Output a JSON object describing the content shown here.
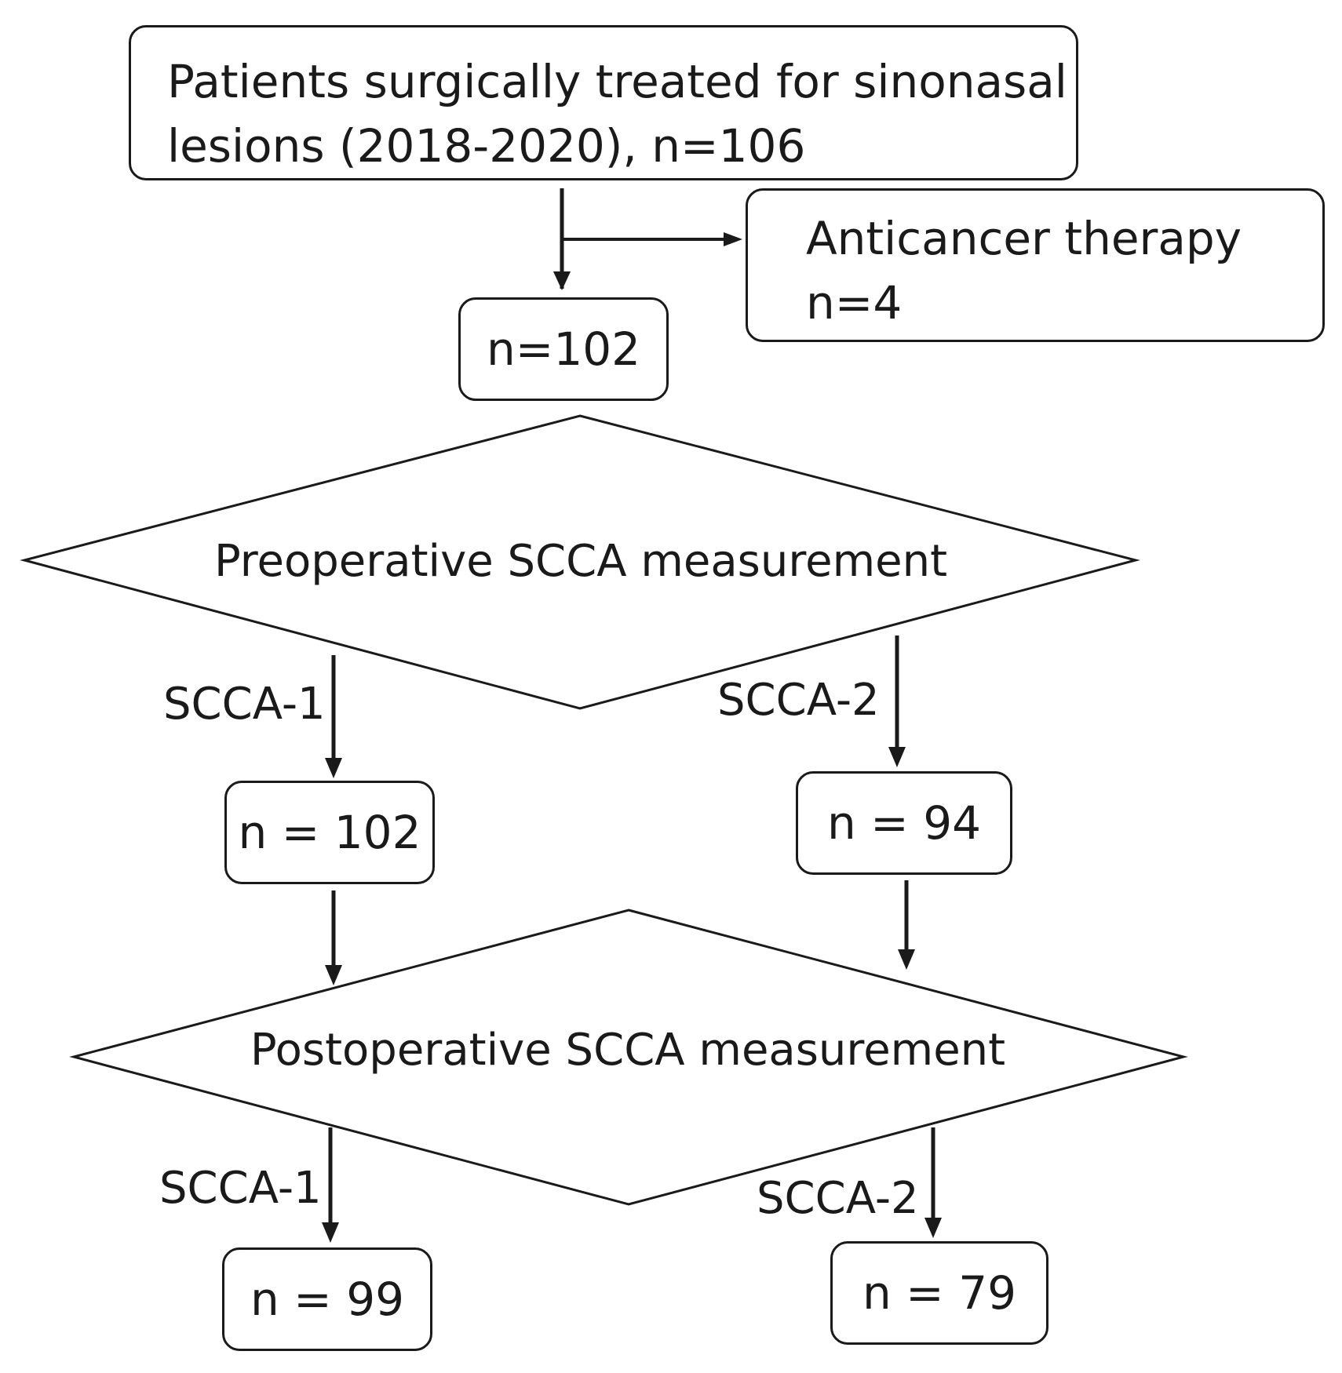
{
  "nodes": {
    "start": {
      "line1": "Patients surgically treated for sinonasal",
      "line2": "lesions (2018-2020), n=106"
    },
    "excluded": {
      "line1": "Anticancer therapy",
      "line2": "n=4"
    },
    "included": {
      "text": "n=102"
    },
    "preop": {
      "text": "Preoperative SCCA measurement"
    },
    "preop_scca1": {
      "text": "n = 102"
    },
    "preop_scca2": {
      "text": "n = 94"
    },
    "postop": {
      "text": "Postoperative SCCA measurement"
    },
    "postop_scca1": {
      "text": "n = 99"
    },
    "postop_scca2": {
      "text": "n = 79"
    }
  },
  "edge_labels": {
    "preop_left": "SCCA-1",
    "preop_right": "SCCA-2",
    "postop_left": "SCCA-1",
    "postop_right": "SCCA-2"
  }
}
